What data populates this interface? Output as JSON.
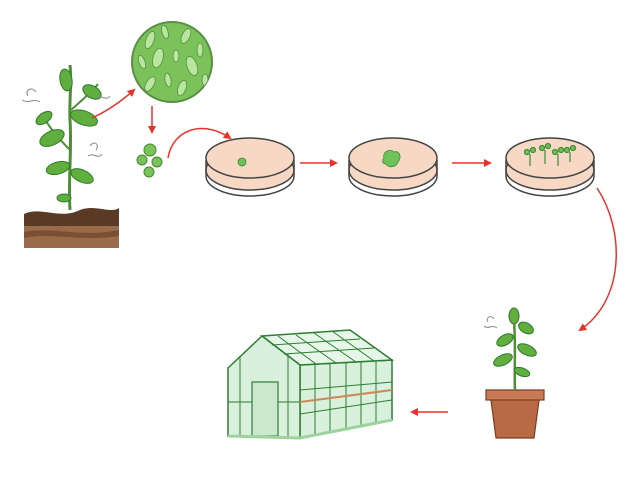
{
  "diagram": {
    "kind": "plant-tissue-culture-cycle",
    "colors": {
      "arrow": "#e8332d",
      "leaf": "#5fae3e",
      "leaf_dark": "#2f7a2a",
      "stem": "#4e8f36",
      "soil_top": "#5a3a24",
      "soil_bottom": "#9a6b4a",
      "agar": "#f6d8c4",
      "dish_rim": "#444444",
      "callus": "#6fc15a",
      "pot": "#b86a45",
      "greenhouse_frame": "#2e7d32",
      "greenhouse_glass": "#d9f0dd"
    },
    "stages": [
      {
        "id": "parent-plant",
        "icon": "plant-in-soil-icon"
      },
      {
        "id": "tissue-closeup",
        "icon": "cell-tissue-icon"
      },
      {
        "id": "explant-cells",
        "icon": "cell-cluster-icon"
      },
      {
        "id": "dish-explant",
        "icon": "petri-dish-explant-icon"
      },
      {
        "id": "dish-callus",
        "icon": "petri-dish-callus-icon"
      },
      {
        "id": "dish-shoots",
        "icon": "petri-dish-shoots-icon"
      },
      {
        "id": "potted-plantlet",
        "icon": "potted-plant-icon"
      },
      {
        "id": "greenhouse",
        "icon": "greenhouse-icon"
      }
    ]
  }
}
